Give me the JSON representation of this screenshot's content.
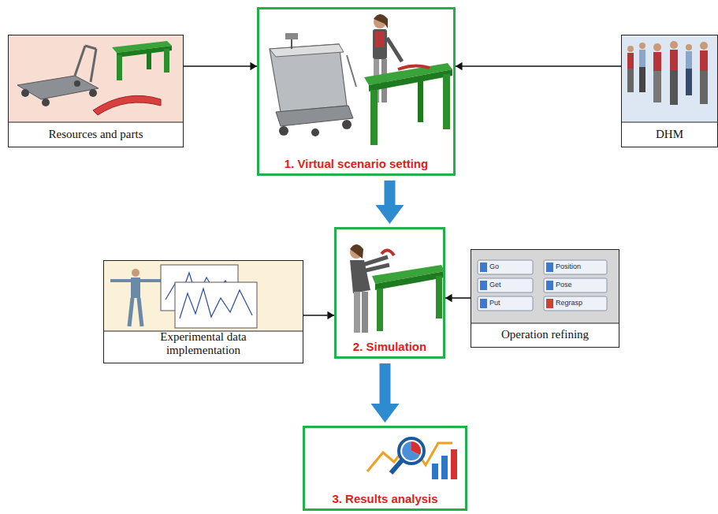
{
  "diagram": {
    "nodes": [
      {
        "text": [
          "Resources and parts"
        ]
      },
      {
        "text": [
          "1. Virtual scenario setting"
        ]
      },
      {
        "text": [
          "DHM"
        ]
      },
      {
        "text": [
          "Experimental data implementation"
        ]
      },
      {
        "text": [
          "2. Simulation"
        ]
      },
      {
        "text": [
          "Operation refining"
        ]
      },
      {
        "text": [
          "3. Results analysis"
        ]
      }
    ],
    "edges": [
      {
        "from": 0,
        "to": 1,
        "arrow": "to"
      },
      {
        "from": 2,
        "to": 1,
        "arrow": "to"
      },
      {
        "from": 1,
        "to": 4,
        "arrow": "to"
      },
      {
        "from": 3,
        "to": 4,
        "arrow": "to"
      },
      {
        "from": 5,
        "to": 4,
        "arrow": "to"
      },
      {
        "from": 4,
        "to": 6,
        "arrow": "to"
      }
    ],
    "labels": [
      "Go",
      "Get",
      "Put",
      "Position",
      "Pose",
      "Regrasp"
    ]
  }
}
